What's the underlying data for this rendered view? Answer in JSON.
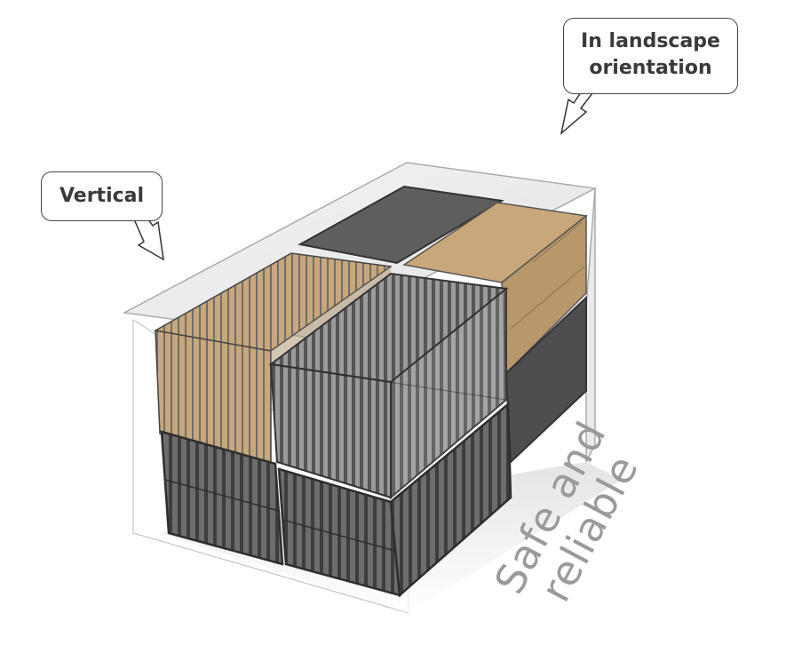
{
  "callouts": {
    "vertical": "Vertical",
    "landscape_line1": "In landscape",
    "landscape_line2": "orientation"
  },
  "slogan": {
    "line1": "Safe and",
    "line2": "reliable"
  },
  "colors": {
    "carton_tan": "#c8a77a",
    "crate_dark": "#5a5a5a",
    "crate_mid": "#8a8a8a",
    "outline": "#3a3a3a"
  },
  "icons": [
    "arrow-down-right-icon",
    "arrow-down-left-icon"
  ]
}
